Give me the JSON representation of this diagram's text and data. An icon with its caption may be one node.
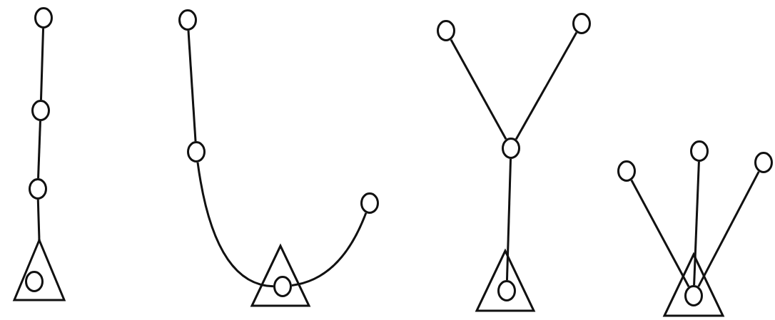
{
  "diagram": {
    "nodes": [
      {
        "text": [],
        "shape": "circle"
      },
      {
        "text": [],
        "shape": "circle"
      },
      {
        "text": [],
        "shape": "circle"
      },
      {
        "text": [],
        "shape": "triangle"
      },
      {
        "text": [],
        "shape": "circle",
        "in": 3
      },
      {
        "text": [],
        "shape": "circle"
      },
      {
        "text": [],
        "shape": "circle"
      },
      {
        "text": [],
        "shape": "circle"
      },
      {
        "text": [],
        "shape": "triangle"
      },
      {
        "text": [],
        "shape": "circle",
        "in": 8
      },
      {
        "text": [],
        "shape": "circle"
      },
      {
        "text": [],
        "shape": "circle"
      },
      {
        "text": [],
        "shape": "circle"
      },
      {
        "text": [],
        "shape": "triangle"
      },
      {
        "text": [],
        "shape": "circle",
        "in": 13
      },
      {
        "text": [],
        "shape": "circle"
      },
      {
        "text": [],
        "shape": "circle"
      },
      {
        "text": [],
        "shape": "circle"
      },
      {
        "text": [],
        "shape": "triangle"
      },
      {
        "text": [],
        "shape": "circle",
        "in": 18
      }
    ],
    "edges": [
      {
        "from": 0,
        "to": 1,
        "arrow": "none"
      },
      {
        "from": 1,
        "to": 2,
        "arrow": "none"
      },
      {
        "from": 2,
        "to": 3,
        "arrow": "none"
      },
      {
        "from": 5,
        "to": 6,
        "arrow": "none"
      },
      {
        "from": 6,
        "to": 9,
        "arrow": "none"
      },
      {
        "from": 9,
        "to": 7,
        "arrow": "none"
      },
      {
        "from": 10,
        "to": 12,
        "arrow": "none"
      },
      {
        "from": 11,
        "to": 12,
        "arrow": "none"
      },
      {
        "from": 12,
        "to": 14,
        "arrow": "none"
      },
      {
        "from": 15,
        "to": 19,
        "arrow": "none"
      },
      {
        "from": 16,
        "to": 19,
        "arrow": "none"
      },
      {
        "from": 17,
        "to": 19,
        "arrow": "none"
      }
    ]
  }
}
